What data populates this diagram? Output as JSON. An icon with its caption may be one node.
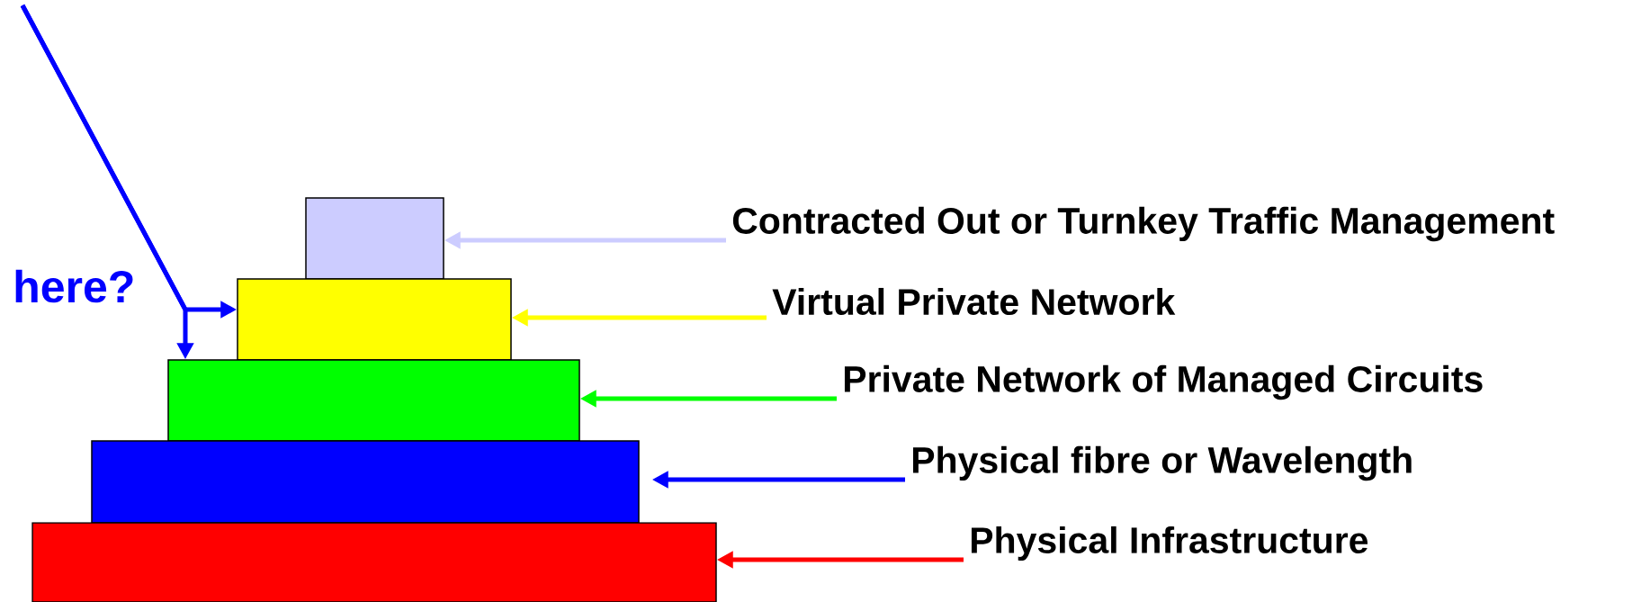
{
  "diagram": {
    "nodes": [
      {
        "text": [],
        "shape": "box"
      },
      {
        "text": [],
        "shape": "box"
      },
      {
        "text": [],
        "shape": "box"
      },
      {
        "text": [],
        "shape": "box"
      },
      {
        "text": [],
        "shape": "box"
      },
      {
        "text": [
          "Contracted Out or Turnkey Traffic Management"
        ]
      },
      {
        "text": [
          "Virtual Private Network"
        ]
      },
      {
        "text": [
          "Private Network of Managed Circuits"
        ]
      },
      {
        "text": [
          "Physical fibre or Wavelength"
        ]
      },
      {
        "text": [
          "Physical Infrastructure"
        ]
      }
    ],
    "edges": [
      {
        "from": 5,
        "to": 0,
        "arrow": "to",
        "color": "#ccccff"
      },
      {
        "from": 6,
        "to": 1,
        "arrow": "to",
        "color": "#ffff00"
      },
      {
        "from": 7,
        "to": 2,
        "arrow": "to",
        "color": "#00ff00"
      },
      {
        "from": 8,
        "to": 3,
        "arrow": "to",
        "color": "#0000ff"
      },
      {
        "from": 9,
        "to": 4,
        "arrow": "to",
        "color": "#ff0000"
      },
      {
        "from": null,
        "to": 1,
        "arrow": "to",
        "color": "#0000ff"
      },
      {
        "from": null,
        "to": 2,
        "arrow": "to",
        "color": "#0000ff"
      }
    ],
    "labels": [
      "here?"
    ]
  }
}
